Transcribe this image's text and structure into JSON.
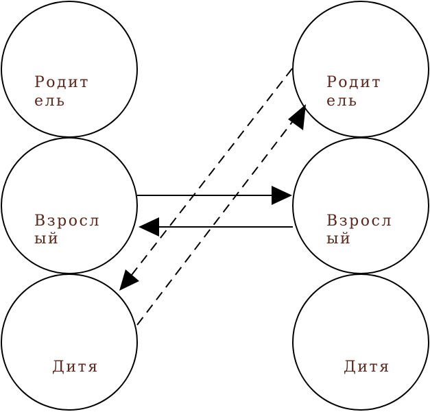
{
  "colors": {
    "label_text": "#5a2418",
    "stroke": "#000000",
    "background": "#ffffff"
  },
  "left_column": {
    "parent": {
      "line1": "Родит",
      "line2": "ель"
    },
    "adult": {
      "line1": "Взросл",
      "line2": "ый"
    },
    "child": {
      "line1": "Дитя"
    }
  },
  "right_column": {
    "parent": {
      "line1": "Родит",
      "line2": "ель"
    },
    "adult": {
      "line1": "Взросл",
      "line2": "ый"
    },
    "child": {
      "line1": "Дитя"
    }
  },
  "transactions": [
    {
      "from": "left_column.adult",
      "to": "right_column.adult",
      "style": "solid"
    },
    {
      "from": "right_column.adult",
      "to": "left_column.adult",
      "style": "solid"
    },
    {
      "from": "left_column.child",
      "to": "right_column.parent",
      "style": "dashed"
    },
    {
      "from": "right_column.parent",
      "to": "left_column.child",
      "style": "dashed"
    }
  ]
}
